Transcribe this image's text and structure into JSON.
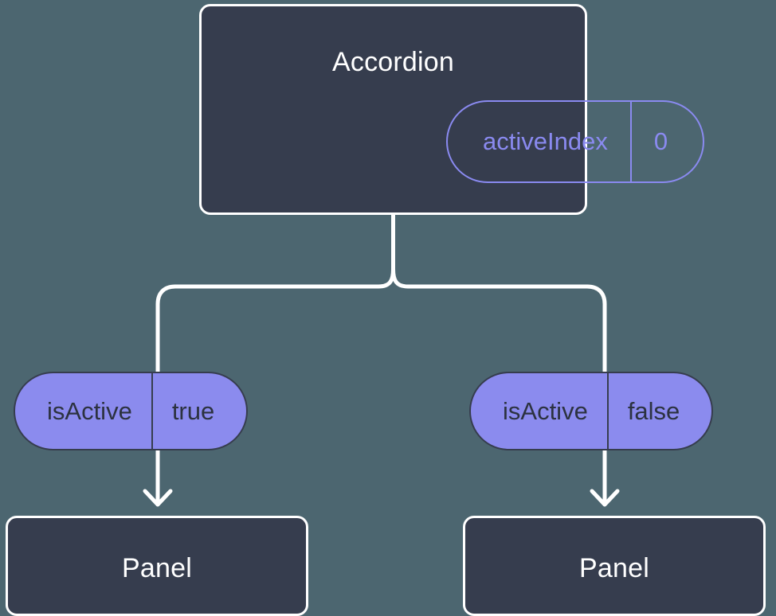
{
  "theme": {
    "background": "#4c6670",
    "card_fill": "#363d4e",
    "card_border": "#ffffff",
    "prop_outline": "#8a8af0",
    "prop_fill": "#8b8bee",
    "prop_text_dark": "#2c3240",
    "connector": "#ffffff"
  },
  "diagram": {
    "type": "component-tree",
    "root": {
      "title": "Accordion",
      "prop": {
        "key": "activeIndex",
        "value": "0"
      }
    },
    "branches": [
      {
        "side": "left",
        "prop": {
          "key": "isActive",
          "value": "true"
        },
        "child": {
          "title": "Panel"
        }
      },
      {
        "side": "right",
        "prop": {
          "key": "isActive",
          "value": "false"
        },
        "child": {
          "title": "Panel"
        }
      }
    ]
  }
}
